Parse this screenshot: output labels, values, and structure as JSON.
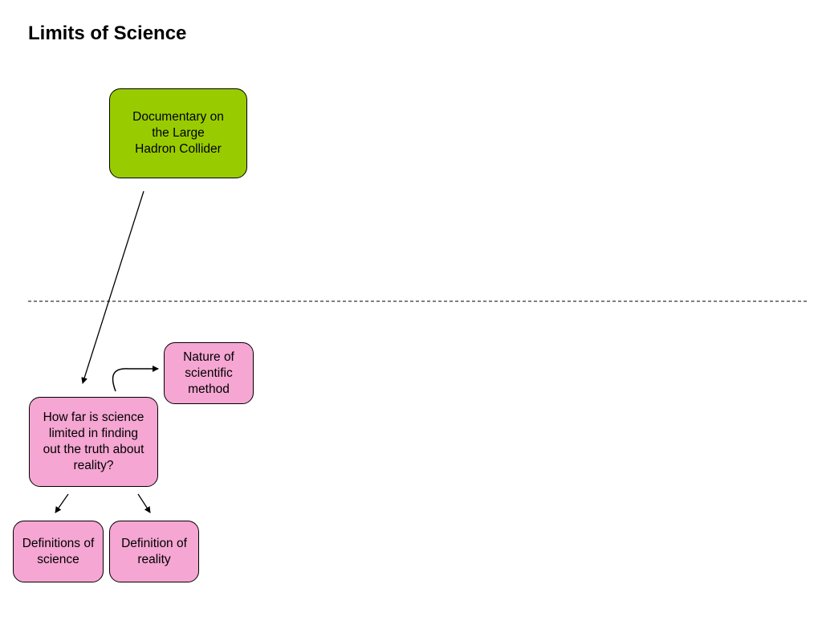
{
  "title": "Limits of Science",
  "nodes": {
    "lhc_documentary": {
      "label": "Documentary on\nthe Large\nHadron Collider",
      "color": "#99cc00"
    },
    "nature_of_method": {
      "label": "Nature of\nscientific\nmethod",
      "color": "#f5a6d2"
    },
    "central_question": {
      "label": "How far is science\nlimited in finding\nout the truth about\nreality?",
      "color": "#f5a6d2"
    },
    "definitions_of_science": {
      "label": "Definitions of\nscience",
      "color": "#f5a6d2"
    },
    "definition_of_reality": {
      "label": "Definition of\nreality",
      "color": "#f5a6d2"
    }
  },
  "connections": [
    {
      "from": "lhc_documentary",
      "to": "central_question"
    },
    {
      "from": "central_question",
      "to": "nature_of_method"
    },
    {
      "from": "central_question",
      "to": "definitions_of_science"
    },
    {
      "from": "central_question",
      "to": "definition_of_reality"
    }
  ],
  "divider": {
    "style": "dashed"
  }
}
